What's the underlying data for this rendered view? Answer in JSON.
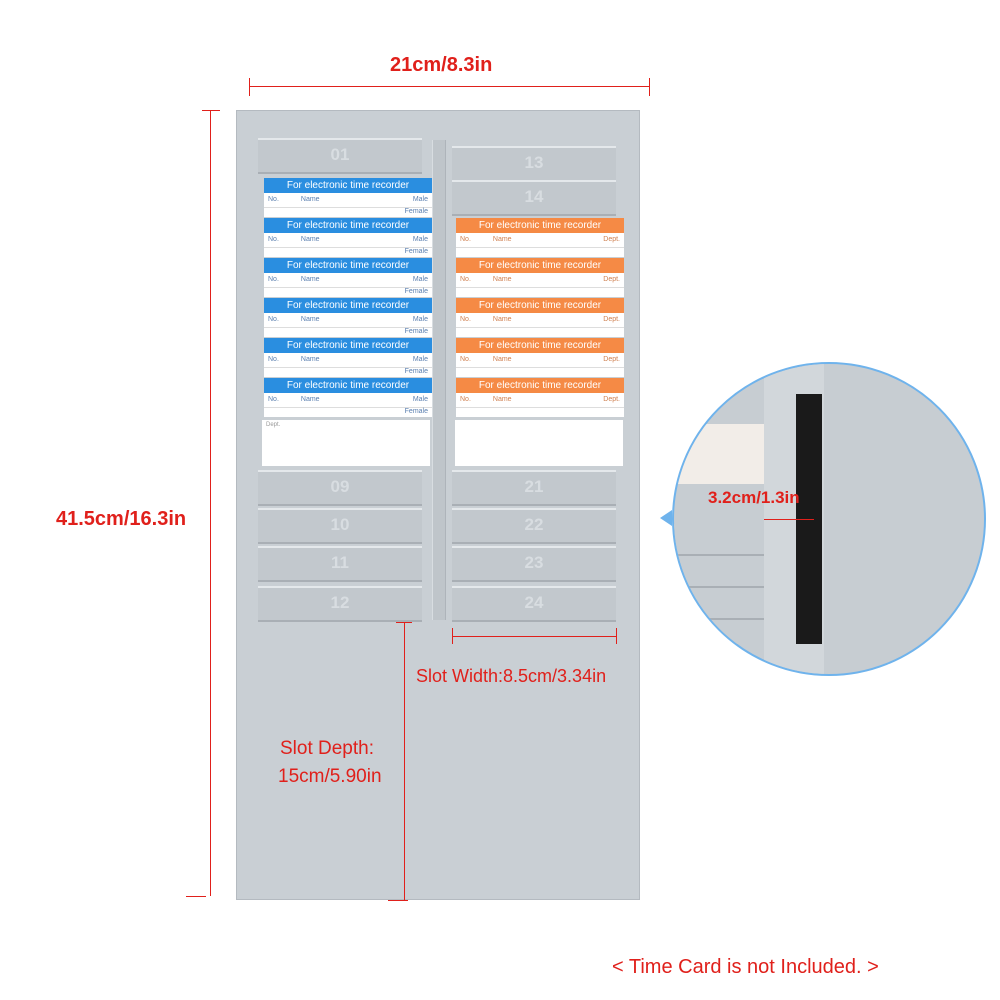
{
  "dimensions": {
    "width": "21cm/8.3in",
    "height": "41.5cm/16.3in",
    "slot_width": "Slot Width:8.5cm/3.34in",
    "slot_depth_line1": "Slot Depth:",
    "slot_depth_line2": "15cm/5.90in",
    "rail_depth": "3.2cm/1.3in"
  },
  "note": "< Time Card is not Included. >",
  "slots_left": [
    "01",
    "09",
    "10",
    "11",
    "12"
  ],
  "slots_right": [
    "13",
    "14",
    "21",
    "22",
    "23",
    "24"
  ],
  "card": {
    "header": "For electronic time recorder",
    "no": "No.",
    "name": "Name",
    "male": "Male",
    "female": "Female",
    "dept": "Dept."
  },
  "colors": {
    "annotation": "#e0201b",
    "blue_card": "#2a8ee0",
    "orange_card": "#f58a45",
    "board": "#c9cfd4"
  }
}
